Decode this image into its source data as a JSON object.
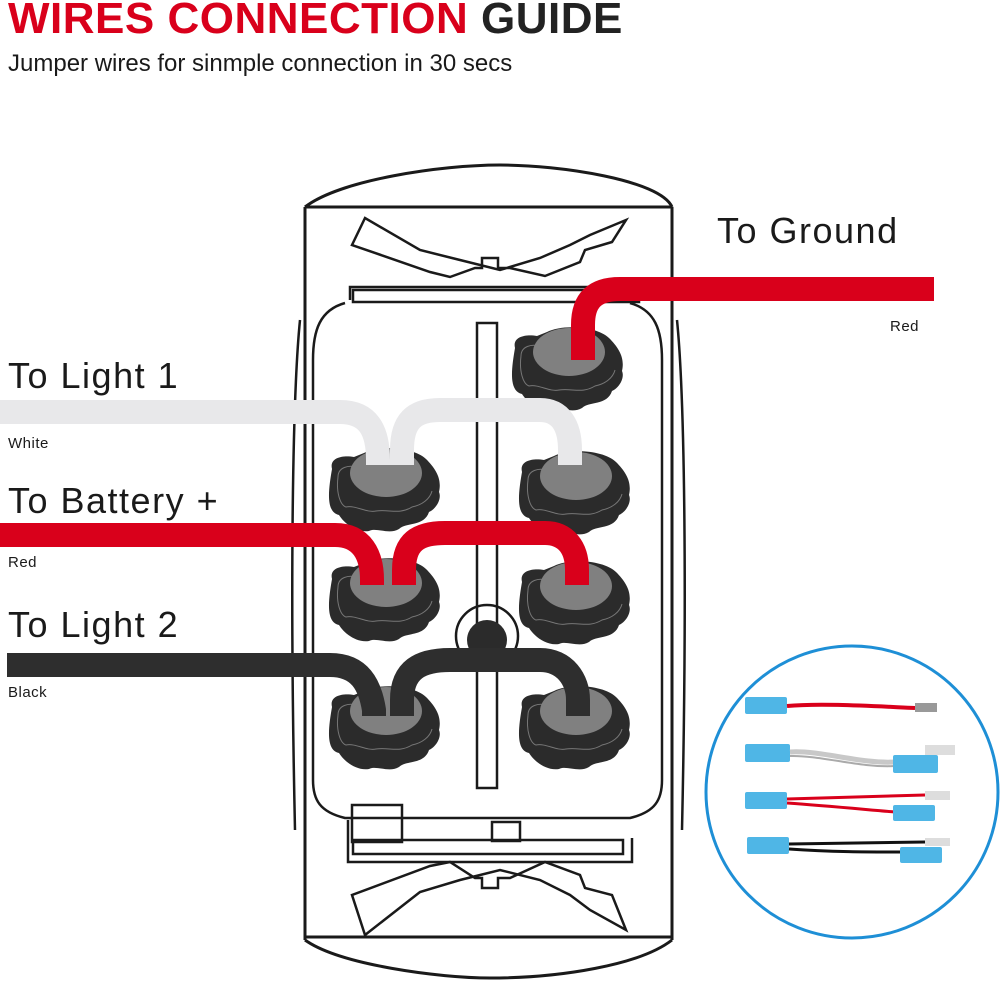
{
  "header": {
    "title_red": "WIRES CONNECTION",
    "title_dark": "GUIDE",
    "subtitle": "Jumper wires for sinmple connection in 30 secs"
  },
  "connections": [
    {
      "id": "ground",
      "label": "To Ground",
      "wire_color_name": "Red",
      "wire_color": "#d9001b"
    },
    {
      "id": "light1",
      "label": "To Light 1",
      "wire_color_name": "White",
      "wire_color": "#e8e8ea"
    },
    {
      "id": "battery",
      "label": "To Battery +",
      "wire_color_name": "Red",
      "wire_color": "#d9001b"
    },
    {
      "id": "light2",
      "label": "To Light 2",
      "wire_color_name": "Black",
      "wire_color": "#2e2e2e"
    }
  ],
  "inset": {
    "description": "Jumper wire kit photo",
    "border_color": "#1e8fd6",
    "jumpers": [
      {
        "type": "single",
        "wire": "red"
      },
      {
        "type": "single",
        "wire": "white"
      },
      {
        "type": "double",
        "wire": "red"
      },
      {
        "type": "double",
        "wire": "black"
      }
    ]
  },
  "colors": {
    "accent_red": "#d9001b",
    "terminal_dark": "#2b2b2b",
    "terminal_top": "#808080",
    "outline": "#1a1a1a"
  }
}
